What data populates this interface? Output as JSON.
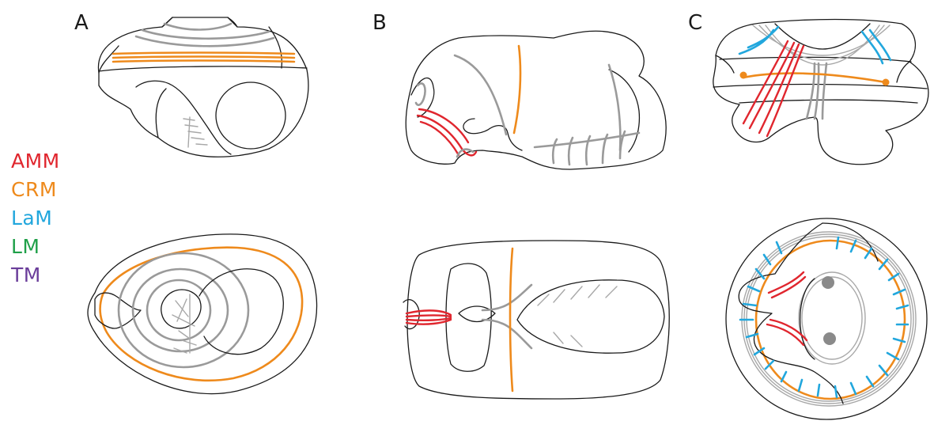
{
  "panels": {
    "a": "A",
    "b": "B",
    "c": "C"
  },
  "legend": [
    {
      "label": "AMM",
      "color": "#e0262e"
    },
    {
      "label": "CRM",
      "color": "#ee8a1c"
    },
    {
      "label": "LaM",
      "color": "#22a7dd"
    },
    {
      "label": "LM",
      "color": "#1fa049"
    },
    {
      "label": "TM",
      "color": "#6a3d9a"
    }
  ]
}
